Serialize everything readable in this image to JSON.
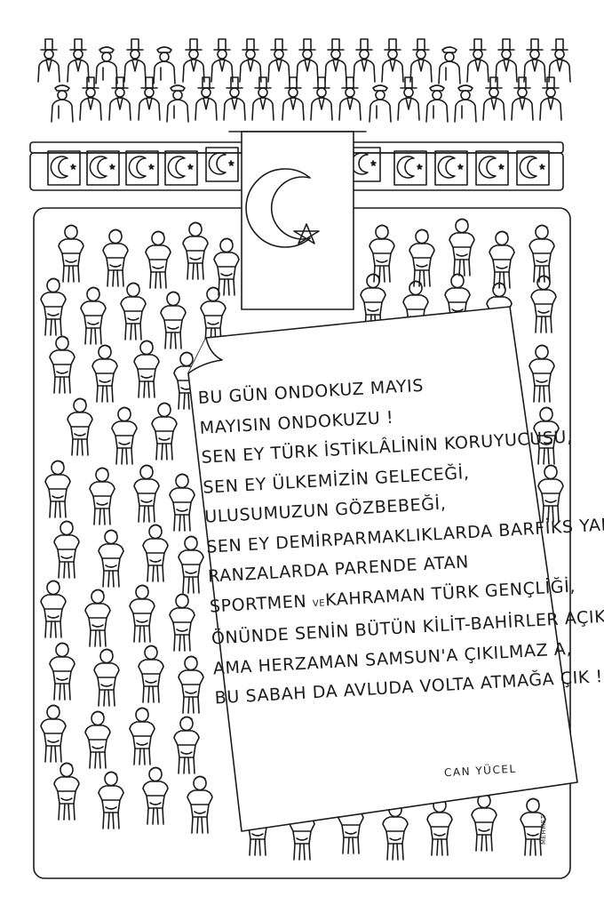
{
  "poem": {
    "lines": [
      "BU GÜN ONDOKUZ MAYIS",
      "MAYISIN ONDOKUZU !",
      "SEN EY TÜRK İSTİKLÂLİNİN KORUYUCUSU,",
      "SEN EY ÜLKEMİZİN GELECEĞİ,",
      "ULUSUMUZUN GÖZBEBEĞİ,",
      "SEN EY DEMİRPARMAKLIKLARDA BARFİKS YAPAN,",
      "RANZALARDA PARENDE ATAN",
      "SPORTMEN",
      "KAHRAMAN TÜRK GENÇLİĞİ,",
      "ÖNÜNDE SENİN BÜTÜN KİLİT-BAHİRLER AÇIK,",
      "AMA HERZAMAN SAMSUN'A ÇIKILMAZ A,",
      "BU SABAH DA AVLUDA VOLTA ATMAĞA ÇIK !"
    ],
    "connector": "VE",
    "author": "CAN YÜCEL"
  },
  "signature": "MEHMET",
  "colors": {
    "ink": "#1b1b1b",
    "paper": "#ffffff"
  },
  "icons": [
    "crescent-star-emblem",
    "turkish-flag"
  ]
}
